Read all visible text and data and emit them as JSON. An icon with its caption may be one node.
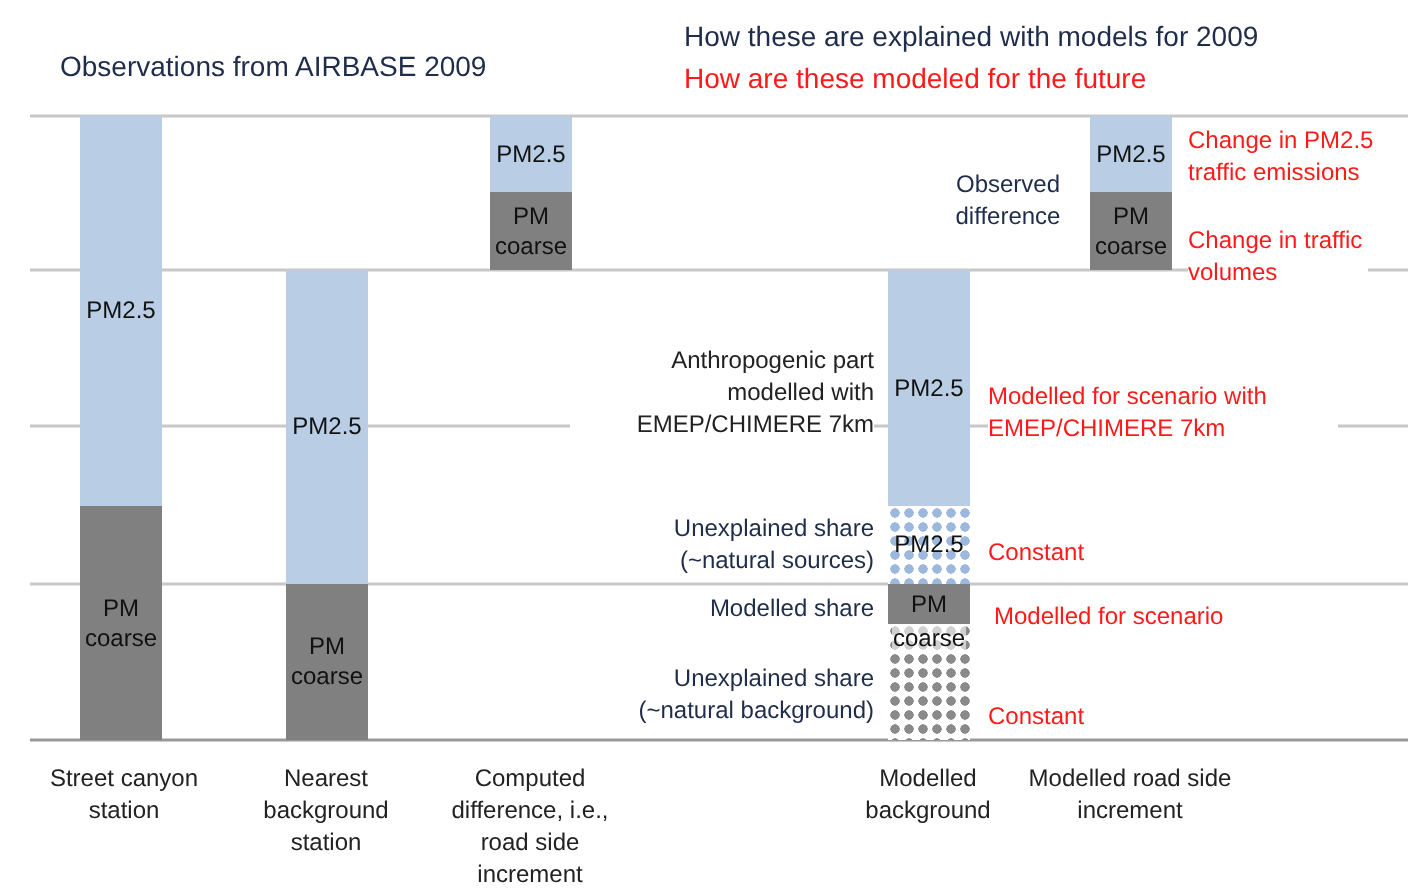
{
  "diagram": {
    "nodes": [
      {
        "text": [
          "PM2.5"
        ]
      },
      {
        "text": [
          "PM coarse"
        ]
      },
      {
        "text": [
          "PM2.5"
        ]
      },
      {
        "text": [
          "PM coarse"
        ]
      },
      {
        "text": [
          "PM2.5"
        ]
      },
      {
        "text": [
          "PM coarse"
        ]
      },
      {
        "text": [
          "PM2.5"
        ]
      },
      {
        "text": [
          "PM2.5"
        ]
      },
      {
        "text": [
          "PM"
        ]
      },
      {
        "text": [
          "coarse"
        ]
      },
      {
        "text": [
          "PM2.5"
        ]
      },
      {
        "text": [
          "PM coarse"
        ]
      }
    ],
    "edges": [],
    "labels": [
      "Observations from AIRBASE 2009",
      "How these are explained with models for 2009",
      "How are these modeled for the future",
      "Observed difference",
      "Change in PM2.5 traffic emissions",
      "Change in traffic volumes",
      "Anthropogenic part modelled with EMEP/CHIMERE 7km",
      "Modelled for scenario with EMEP/CHIMERE 7km",
      "Unexplained share (~natural sources)",
      "Constant",
      "Modelled share",
      "Modelled for scenario",
      "Unexplained share (~natural background)",
      "Constant",
      "Street canyon station",
      "Nearest background station",
      "Computed difference, i.e., road side increment",
      "Modelled background",
      "Modelled road side increment"
    ]
  }
}
